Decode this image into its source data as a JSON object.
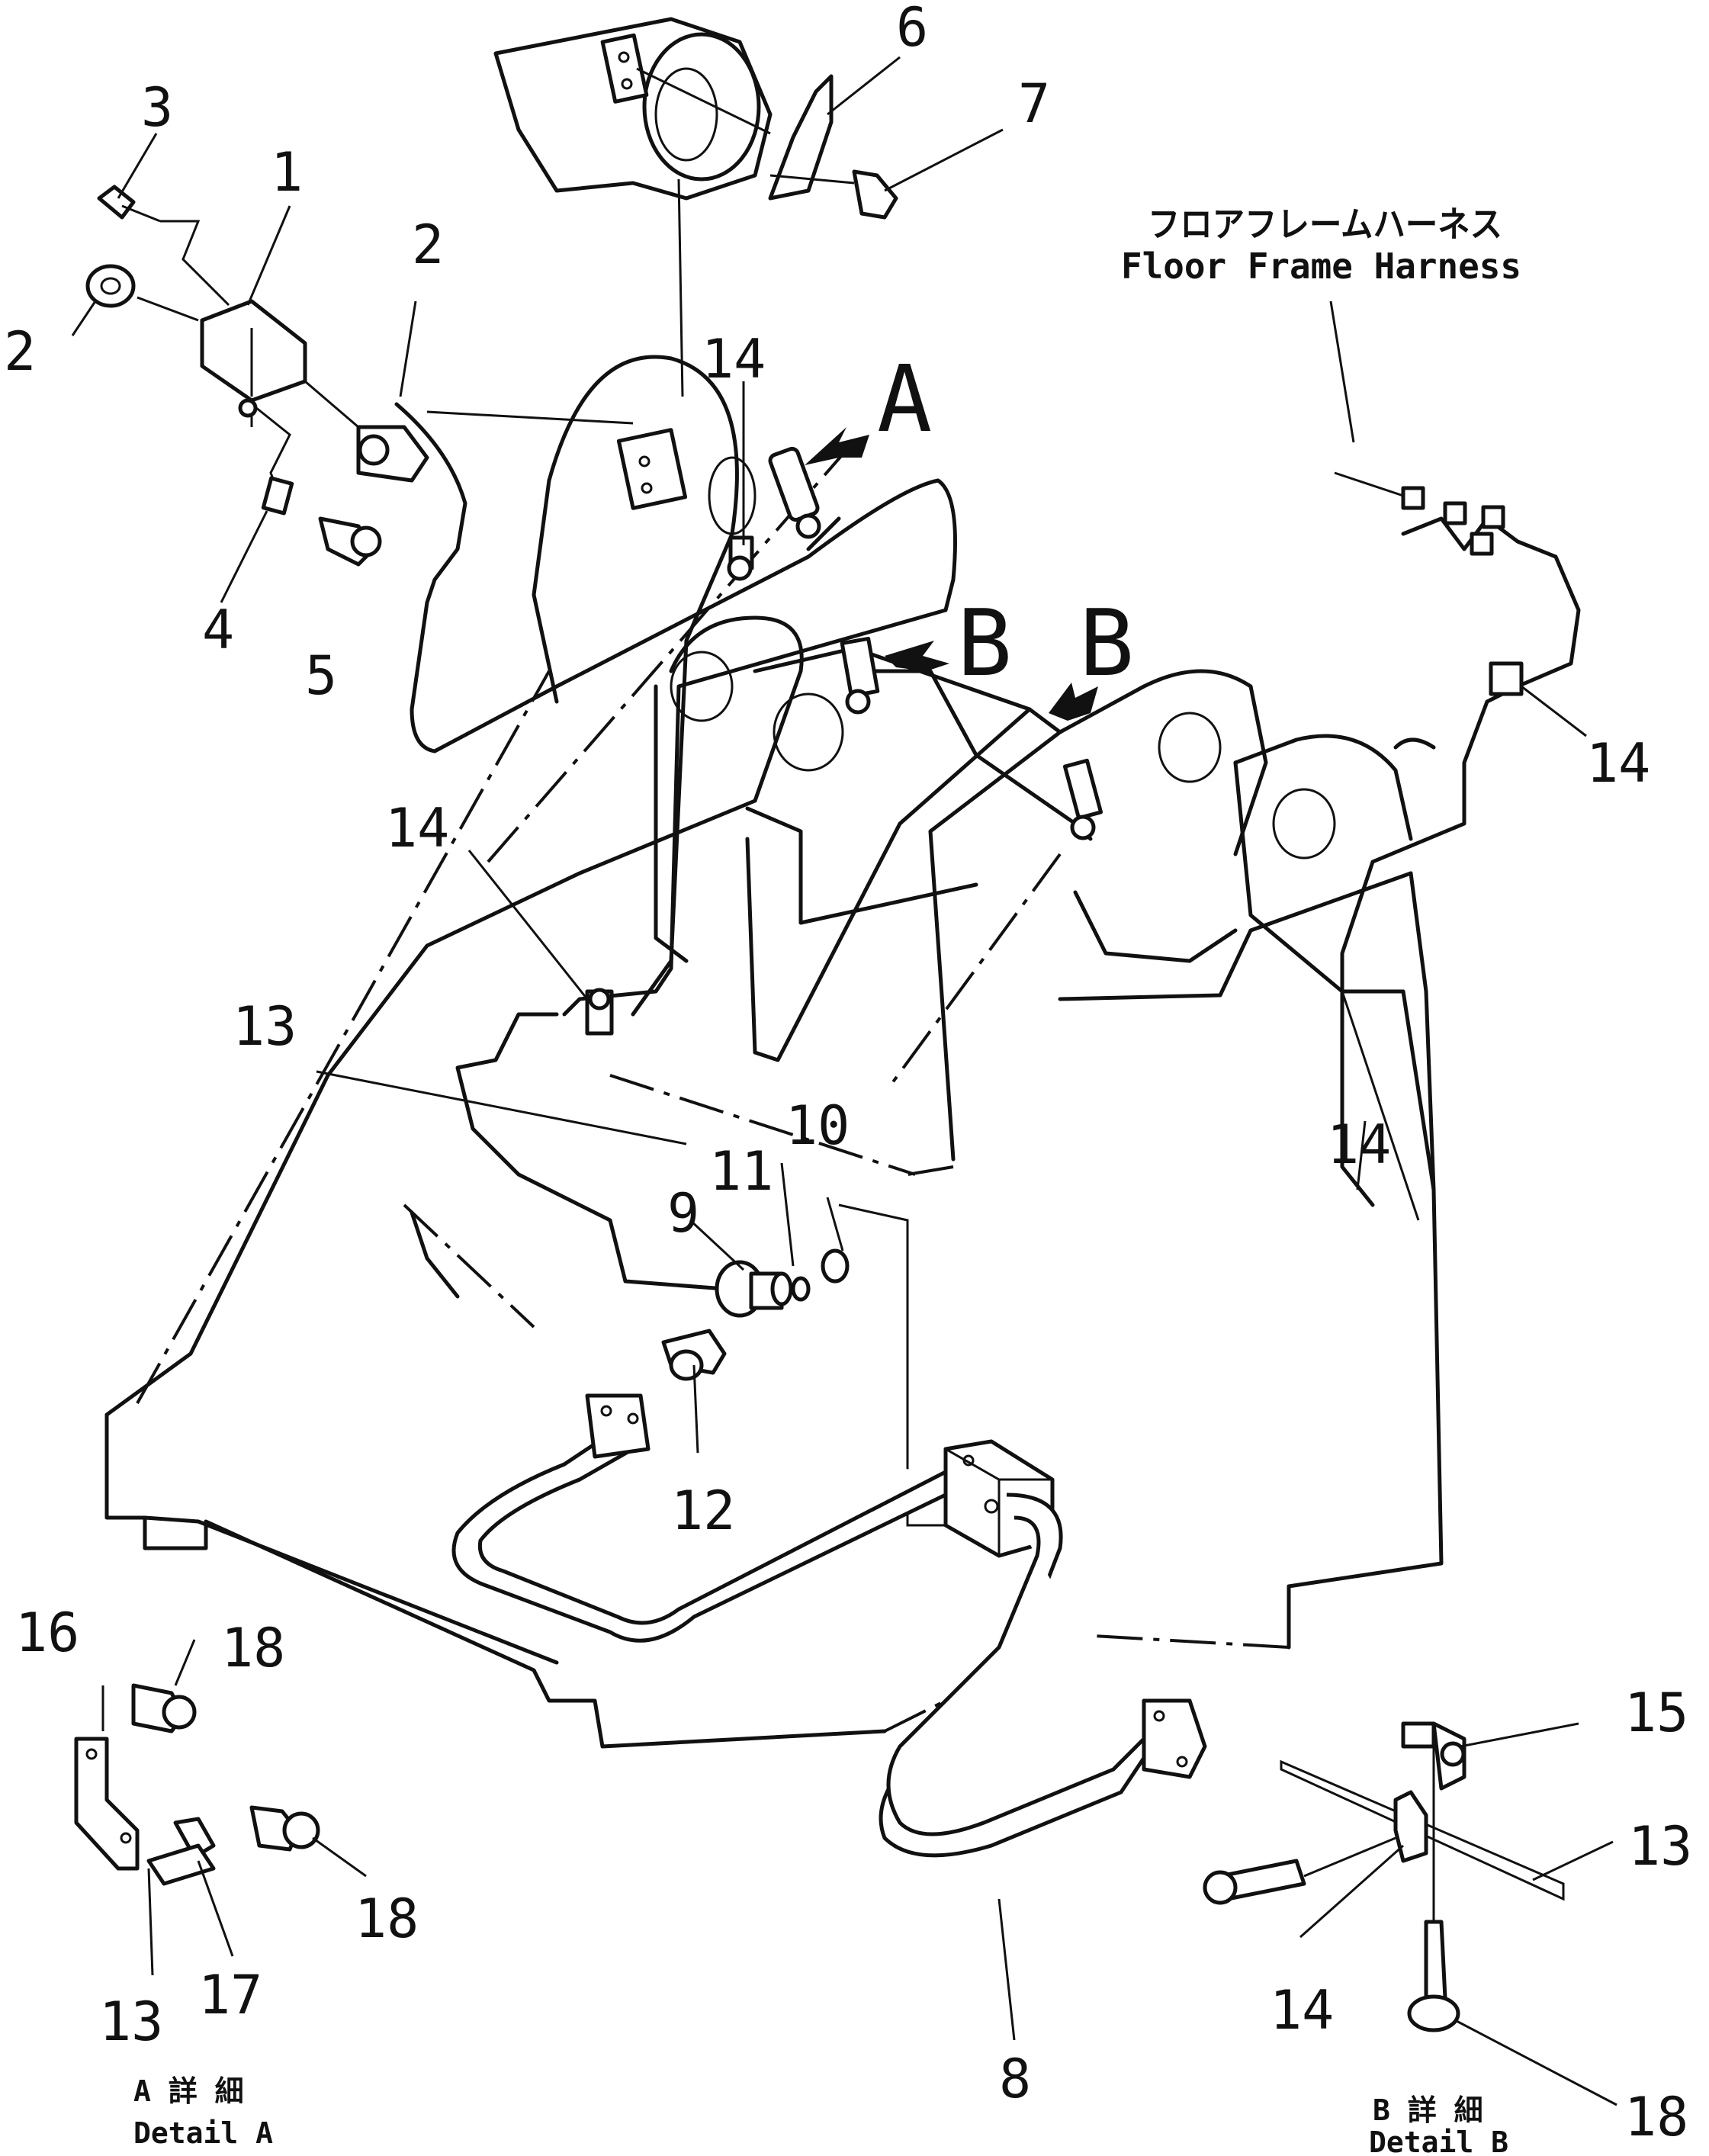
{
  "callouts": [
    "1",
    "2",
    "2",
    "3",
    "4",
    "5",
    "6",
    "7",
    "8",
    "9",
    "10",
    "11",
    "12",
    "13",
    "13",
    "13",
    "14",
    "14",
    "14",
    "14",
    "14",
    "15",
    "16",
    "17",
    "18",
    "18",
    "18"
  ],
  "view_markers": {
    "a": "A",
    "b1": "B",
    "b2": "B"
  },
  "harness": {
    "jp": "フロアフレームハーネス",
    "en": "Floor Frame Harness"
  },
  "detail_a": {
    "jp": "A 詳 細",
    "en": "Detail A"
  },
  "detail_b": {
    "jp": "B 詳 細",
    "en": "Detail B"
  }
}
